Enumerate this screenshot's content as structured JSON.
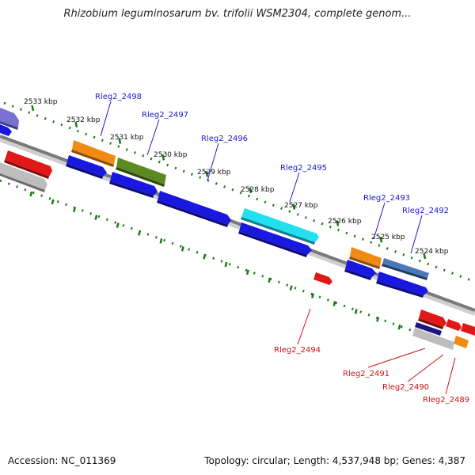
{
  "title": "Rhizobium leguminosarum bv. trifolii WSM2304, complete genom...",
  "footer": {
    "accession": "Accession: NC_011369",
    "summary": "Topology: circular; Length: 4,537,948 bp; Genes: 4,387"
  },
  "colors": {
    "backbone": "#7a7a7a",
    "tick": "#1a7a1a",
    "top_label": "#1a1acc",
    "bottom_label": "#cc1111",
    "gene_blue": "#1818e0",
    "gene_orange": "#f08a12",
    "gene_olive": "#5c8a22",
    "gene_cyan": "#22e0f0",
    "gene_steel": "#4a78b8",
    "gene_red": "#e01818",
    "gene_grey": "#bdbdbd",
    "gene_navy": "#181880",
    "gene_lavender": "#7a70d0"
  },
  "kbp_ticks": [
    "2533 kbp",
    "2532 kbp",
    "2531 kbp",
    "2530 kbp",
    "2529 kbp",
    "2528 kbp",
    "2527 kbp",
    "2526 kbp",
    "2525 kbp",
    "2524 kbp"
  ],
  "top_labels": [
    "Rleg2_2498",
    "Rleg2_2497",
    "Rleg2_2496",
    "Rleg2_2495",
    "Rleg2_2493",
    "Rleg2_2492"
  ],
  "bottom_labels": [
    "Rleg2_2494",
    "Rleg2_2491",
    "Rleg2_2490",
    "Rleg2_2489"
  ]
}
